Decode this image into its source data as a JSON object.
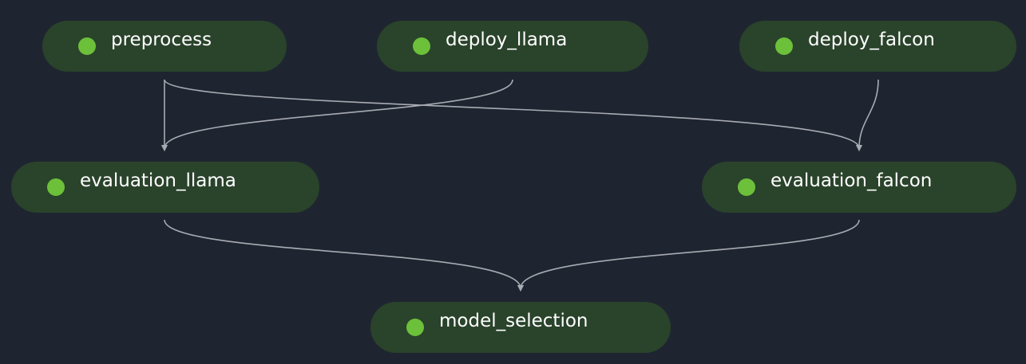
{
  "diagram": {
    "background": "#1e2530",
    "node_fill": "#2a432b",
    "status_color": "#6cc03a",
    "edge_color": "#a9abb3",
    "nodes": [
      {
        "id": "preprocess",
        "label": "preprocess",
        "status": "succeeded"
      },
      {
        "id": "deploy_llama",
        "label": "deploy_llama",
        "status": "succeeded"
      },
      {
        "id": "deploy_falcon",
        "label": "deploy_falcon",
        "status": "succeeded"
      },
      {
        "id": "evaluation_llama",
        "label": "evaluation_llama",
        "status": "succeeded"
      },
      {
        "id": "evaluation_falcon",
        "label": "evaluation_falcon",
        "status": "succeeded"
      },
      {
        "id": "model_selection",
        "label": "model_selection",
        "status": "succeeded"
      }
    ],
    "edges": [
      {
        "from": "preprocess",
        "to": "evaluation_llama"
      },
      {
        "from": "preprocess",
        "to": "evaluation_falcon"
      },
      {
        "from": "deploy_llama",
        "to": "evaluation_llama"
      },
      {
        "from": "deploy_falcon",
        "to": "evaluation_falcon"
      },
      {
        "from": "evaluation_llama",
        "to": "model_selection"
      },
      {
        "from": "evaluation_falcon",
        "to": "model_selection"
      }
    ]
  }
}
